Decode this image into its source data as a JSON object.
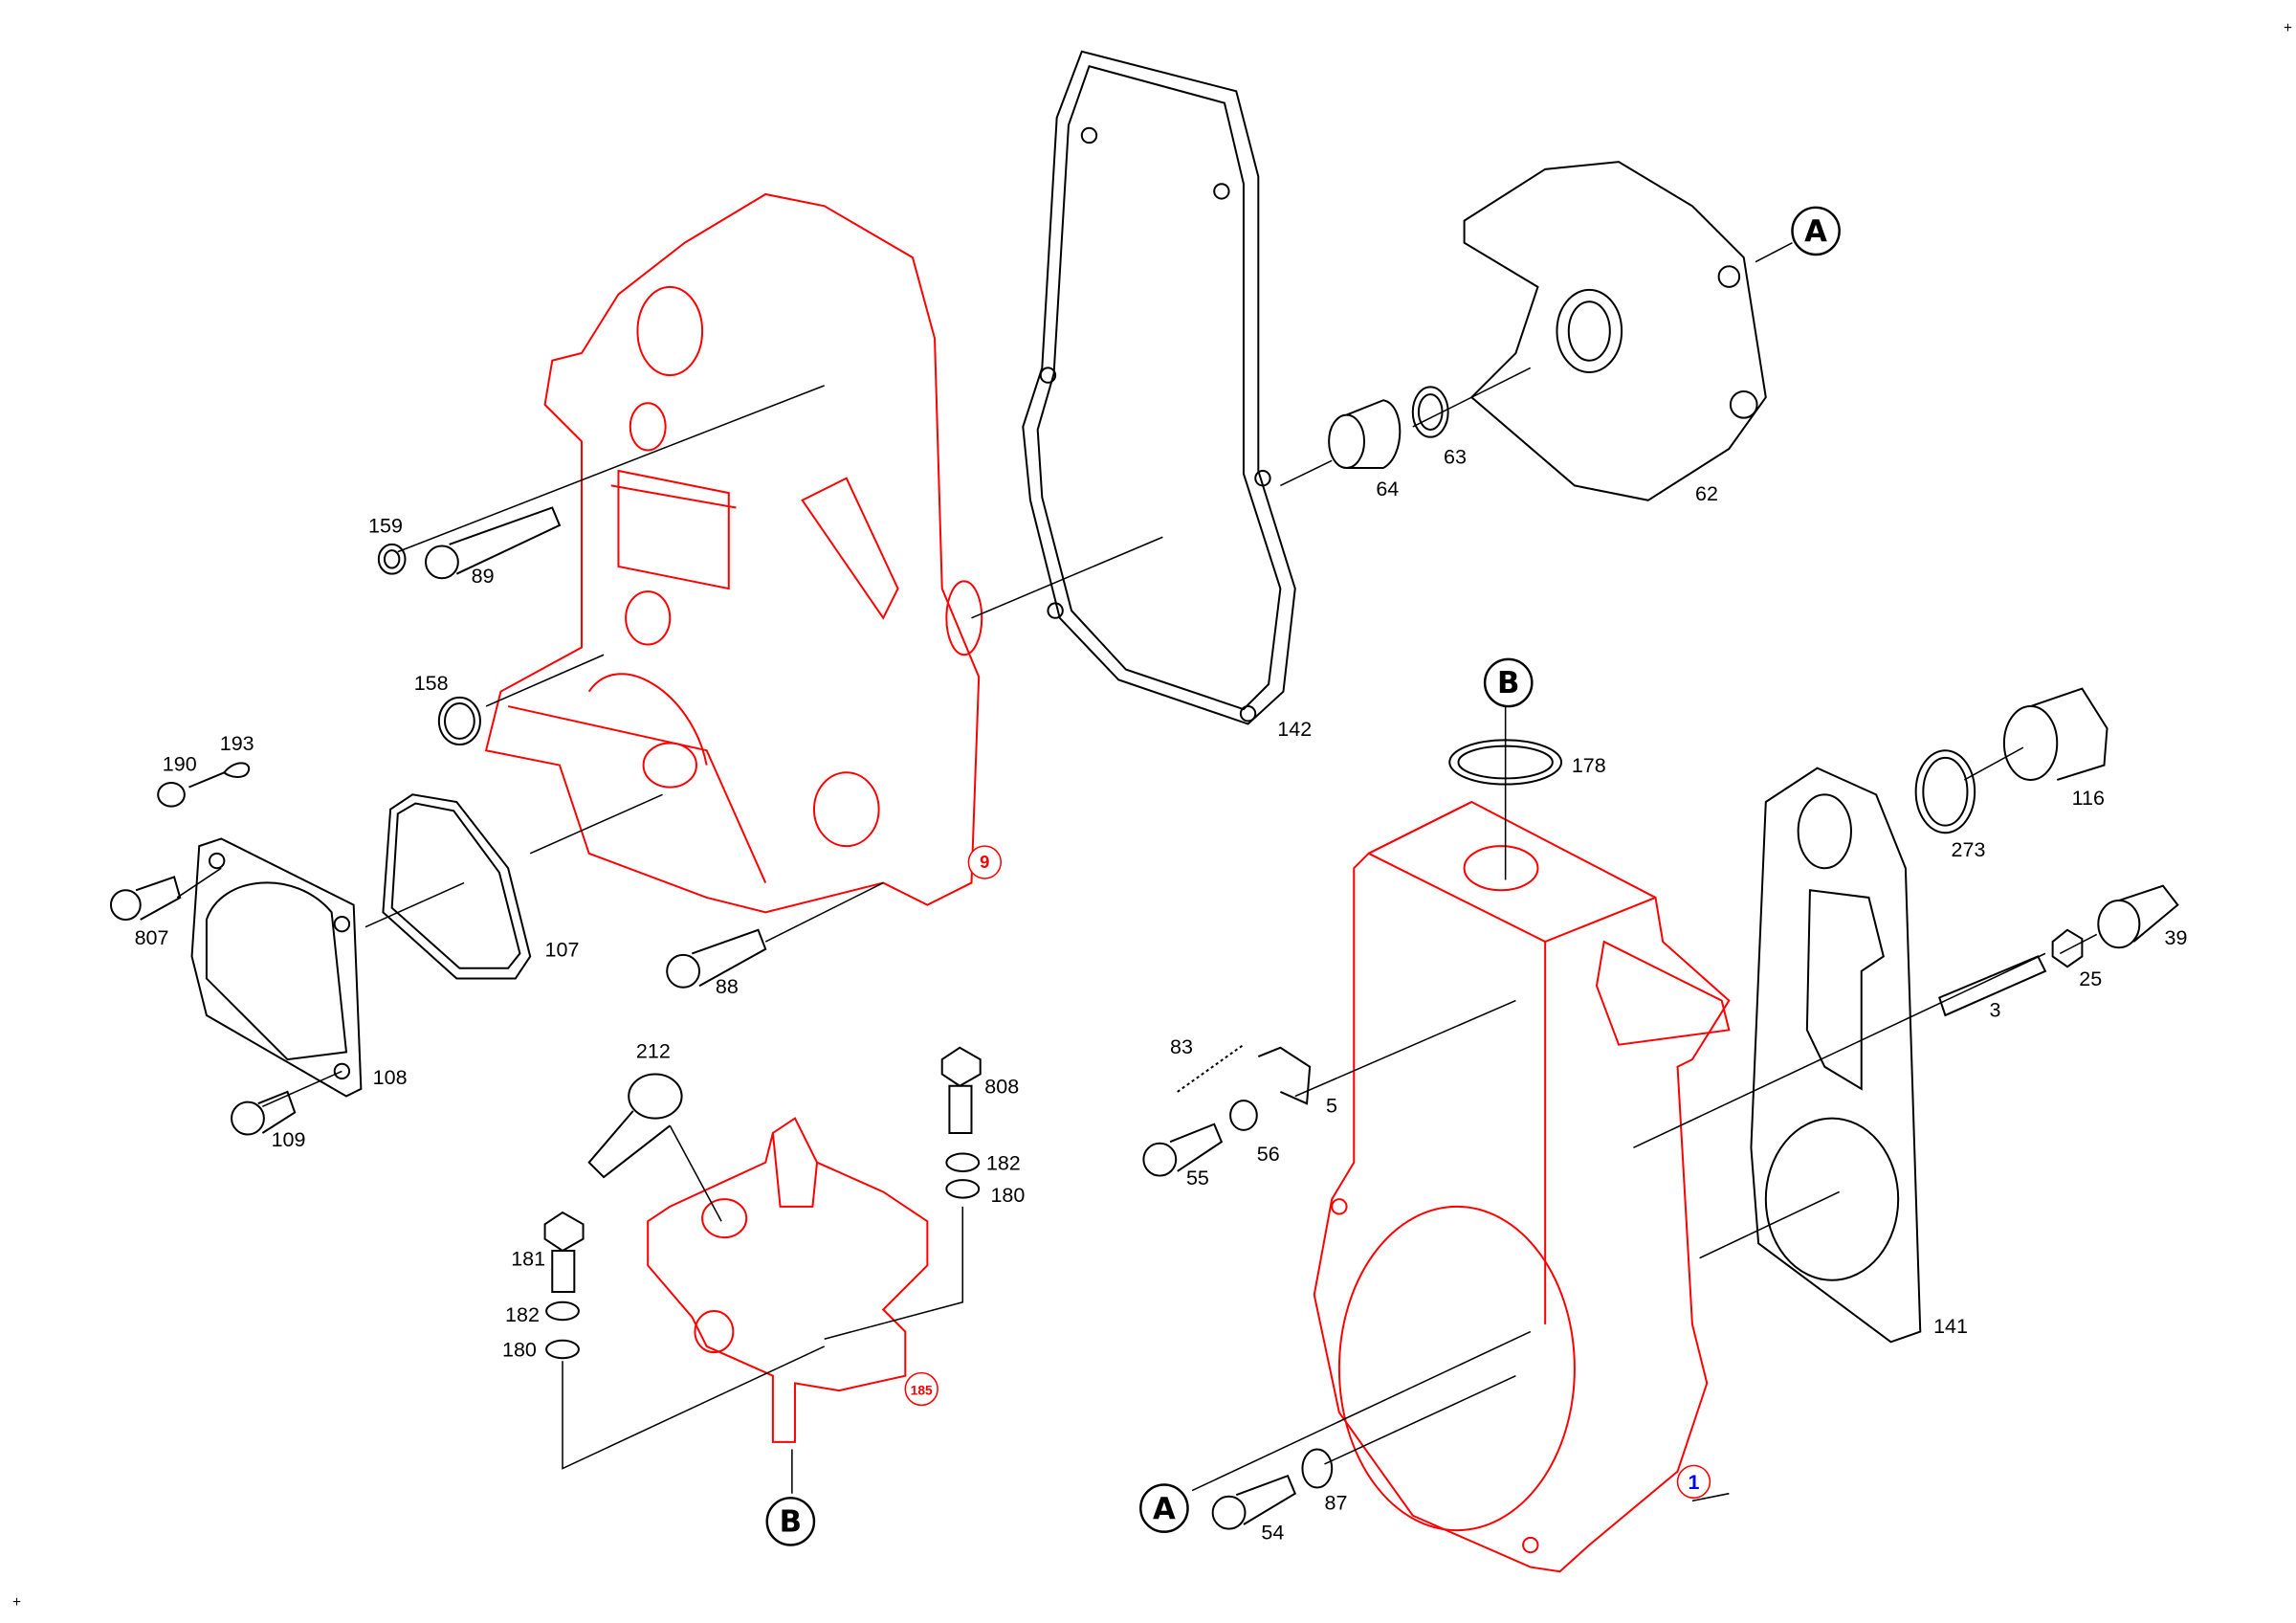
{
  "colors": {
    "assembly_part": "#ff0000",
    "loose_part": "#000000",
    "assembly_label_9": "#ff0000",
    "assembly_label_185": "#ff0000",
    "assembly_label_1": "#0000ff"
  },
  "labels": [
    "159",
    "89",
    "158",
    "193",
    "190",
    "807",
    "107",
    "88",
    "108",
    "109",
    "212",
    "808",
    "182",
    "180",
    "181",
    "182",
    "180",
    "142",
    "64",
    "63",
    "62",
    "178",
    "116",
    "273",
    "39",
    "25",
    "3",
    "83",
    "5",
    "56",
    "55",
    "141",
    "54",
    "87"
  ],
  "references": {
    "a_top": "A",
    "b_mid": "B",
    "a_bottom": "A",
    "b_bottom": "B"
  },
  "assemblies": {
    "housing_9": "9",
    "pump_185": "185",
    "housing_1": "1"
  },
  "corner_marks": {
    "top_right": "+",
    "bottom_left": "+"
  }
}
